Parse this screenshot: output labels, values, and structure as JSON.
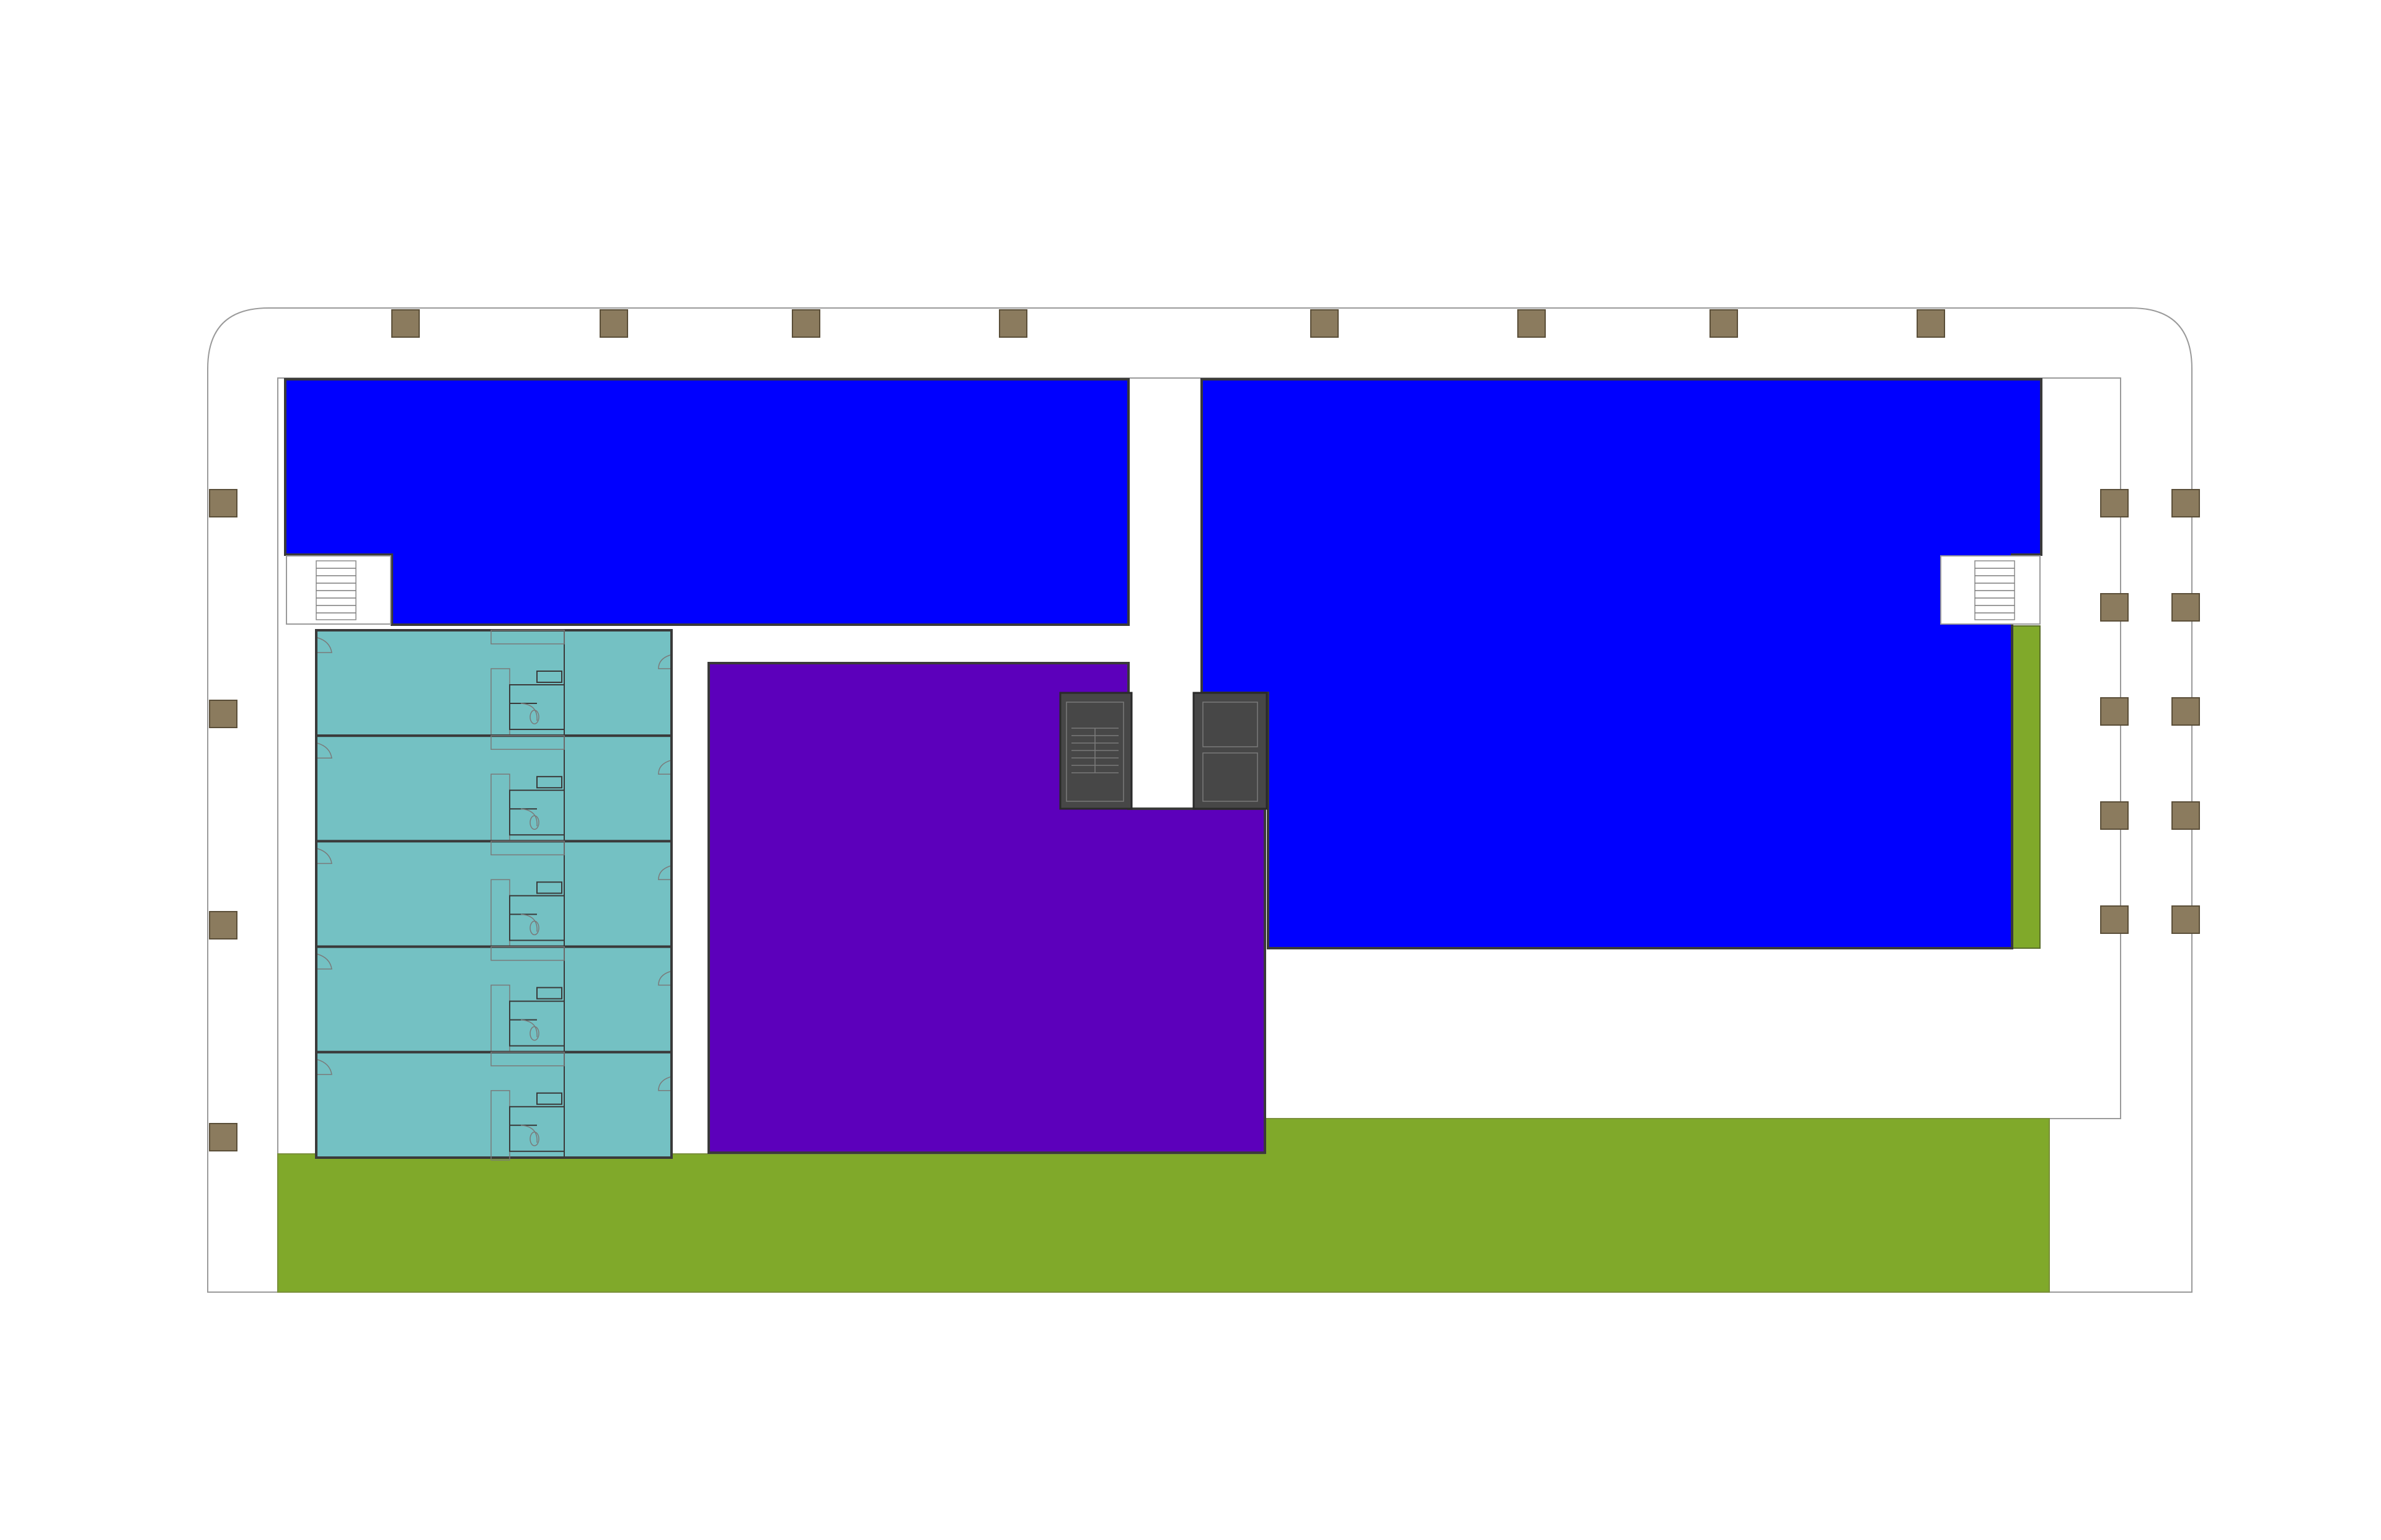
{
  "colors": {
    "office": "#0000ff",
    "assembly": "#5c00bb",
    "residential": "#74c1c3",
    "landscape": "#80a92a",
    "core": "#474747",
    "column": "#8b7b5e",
    "background": "#ffffff"
  },
  "units": {
    "count": 5
  },
  "columns": {
    "top_count": 8,
    "left_count": 4,
    "right_count": 10
  }
}
